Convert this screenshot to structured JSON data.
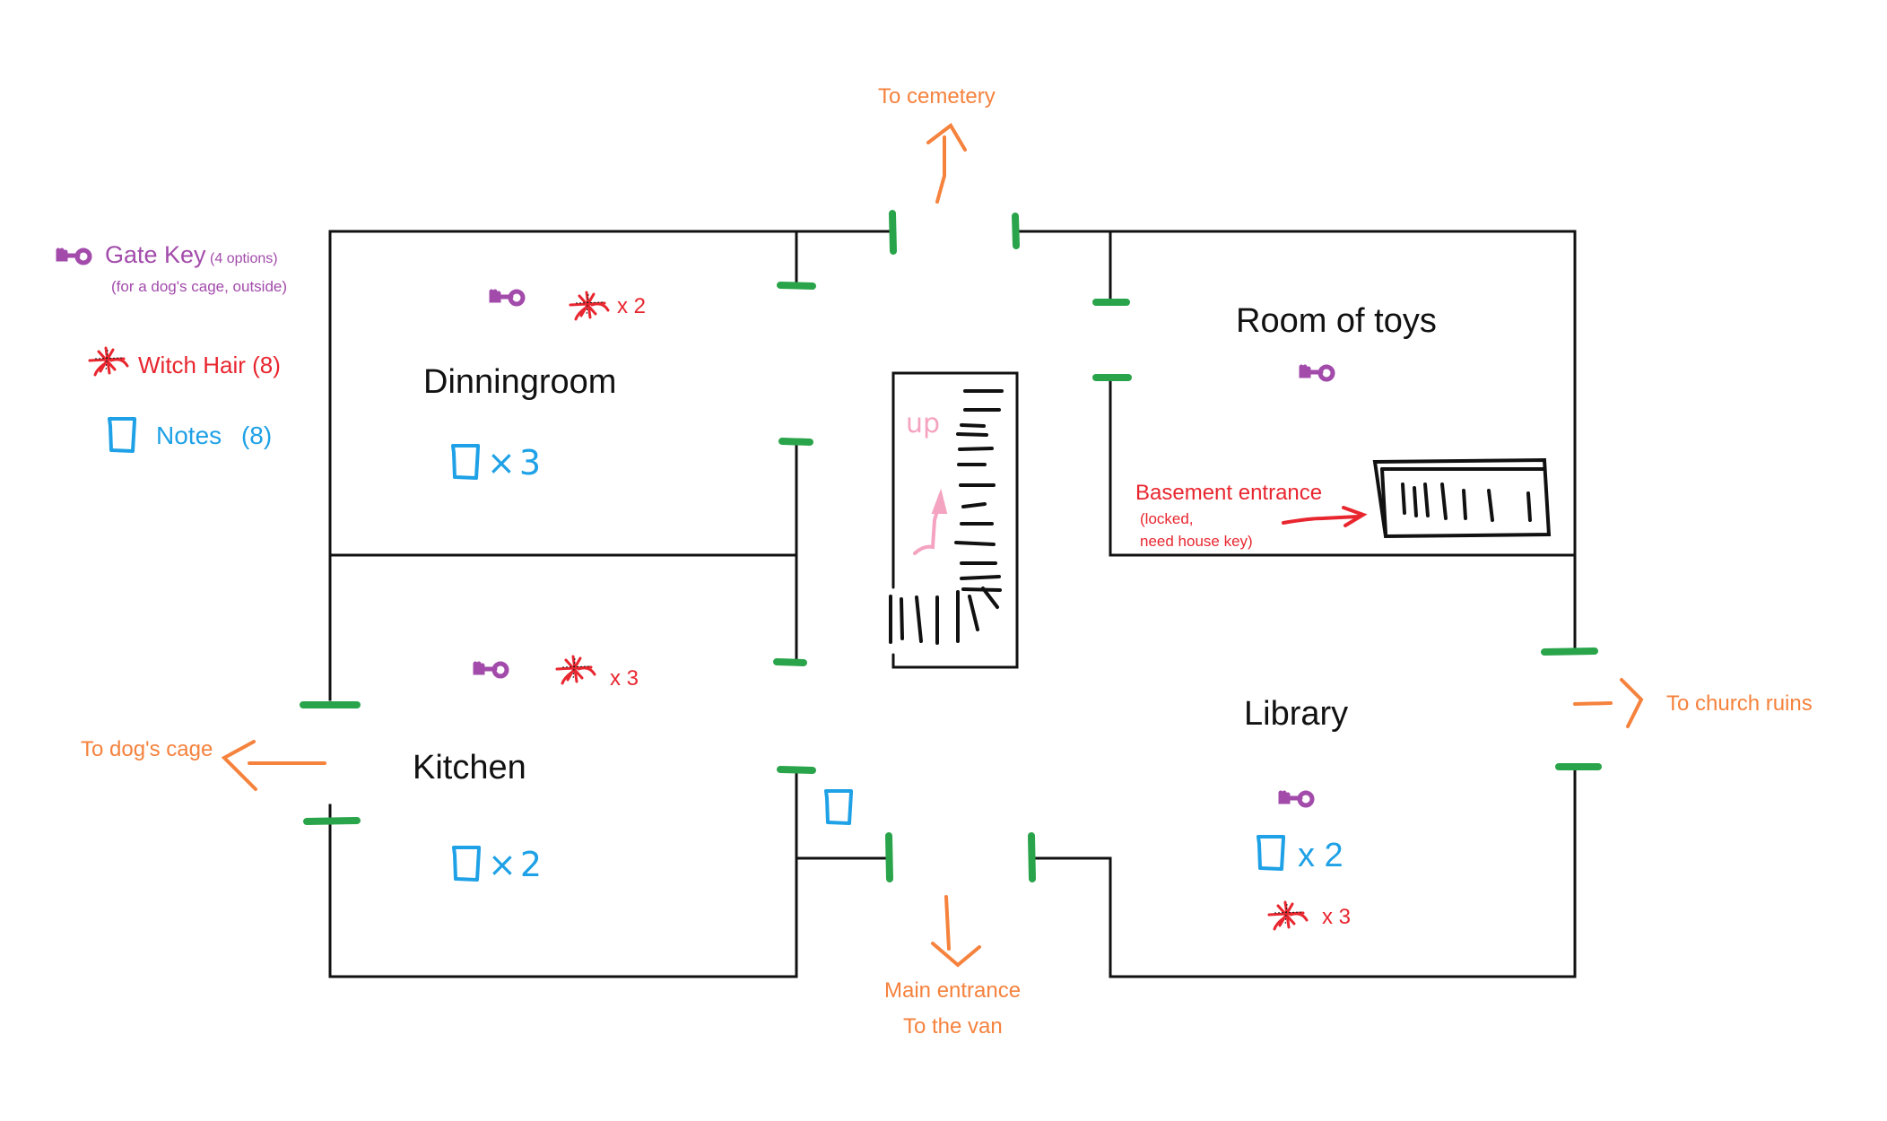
{
  "legend": {
    "gate_key": {
      "icon": "key-icon",
      "label": "Gate Key",
      "note": "(4 options)",
      "subnote": "(for a dog's cage, outside)",
      "color": "#a24bab"
    },
    "witch_hair": {
      "icon": "spider-hair-icon",
      "label": "Witch Hair (8)",
      "color": "#e8262f"
    },
    "notes": {
      "icon": "note-icon",
      "label": "Notes",
      "count": "(8)",
      "color": "#1ea1e6"
    }
  },
  "rooms": {
    "dining": {
      "name": "Dinningroom",
      "gate_keys": 1,
      "witch_hair_count": "x 2",
      "notes_count": "×3"
    },
    "kitchen": {
      "name": "Kitchen",
      "gate_keys": 1,
      "witch_hair_count": "x 3",
      "notes_count": "×2"
    },
    "toys": {
      "name": "Room of toys",
      "gate_keys": 1
    },
    "library": {
      "name": "Library",
      "gate_keys": 1,
      "witch_hair_count": "x 3",
      "notes_count": "x 2"
    },
    "hallway": {
      "notes": 1,
      "stairs_label": "up"
    }
  },
  "basement": {
    "label": "Basement entrance",
    "note_line1": "(locked,",
    "note_line2": "need house key)"
  },
  "exits": {
    "cemetery": "To cemetery",
    "dogs_cage": "To dog's cage",
    "church": "To church ruins",
    "main_line1": "Main entrance",
    "main_line2": "To the van"
  },
  "colors": {
    "wall": "#111111",
    "door": "#2aa44a",
    "exit_arrow": "#f5823d",
    "stairs_arrow": "#f4a3c0"
  }
}
